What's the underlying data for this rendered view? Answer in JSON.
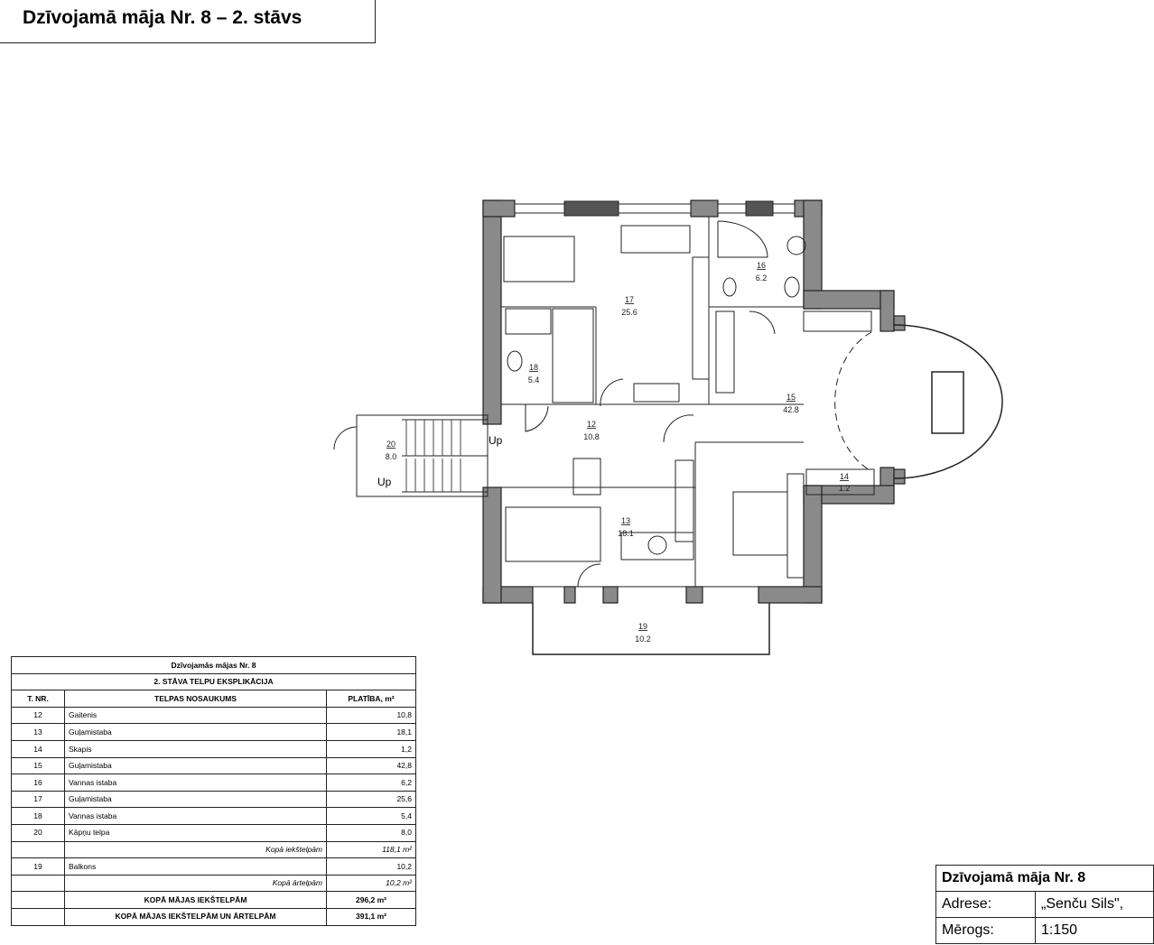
{
  "title": "Dzīvojamā māja Nr. 8 – 2. stāvs",
  "plan": {
    "rooms": [
      {
        "no": "17",
        "area": "25.6"
      },
      {
        "no": "16",
        "area": "6.2"
      },
      {
        "no": "18",
        "area": "5.4"
      },
      {
        "no": "12",
        "area": "10.8"
      },
      {
        "no": "20",
        "area": "8.0"
      },
      {
        "no": "15",
        "area": "42.8"
      },
      {
        "no": "14",
        "area": "1.2"
      },
      {
        "no": "13",
        "area": "18.1"
      },
      {
        "no": "19",
        "area": "10.2"
      }
    ],
    "stair_up_1": "Up",
    "stair_up_2": "Up"
  },
  "table": {
    "title": "Dzīvojamās mājas Nr. 8",
    "subtitle": "2. STĀVA TELPU EKSPLIKĀCIJA",
    "headers": [
      "T. NR.",
      "TELPAS NOSAUKUMS",
      "PLATĪBA, m²"
    ],
    "rows": [
      {
        "no": "12",
        "name": "Gaitenis",
        "area": "10,8"
      },
      {
        "no": "13",
        "name": "Guļamistaba",
        "area": "18,1"
      },
      {
        "no": "14",
        "name": "Skapis",
        "area": "1,2"
      },
      {
        "no": "15",
        "name": "Guļamistaba",
        "area": "42,8"
      },
      {
        "no": "16",
        "name": "Vannas istaba",
        "area": "6,2"
      },
      {
        "no": "17",
        "name": "Guļamistaba",
        "area": "25,6"
      },
      {
        "no": "18",
        "name": "Vannas istaba",
        "area": "5,4"
      },
      {
        "no": "20",
        "name": "Kāpņu telpa",
        "area": "8,0"
      }
    ],
    "subtotal_inner_label": "Kopā iekštelpām",
    "subtotal_inner": "118,1 m²",
    "balcony": {
      "no": "19",
      "name": "Balkons",
      "area": "10,2"
    },
    "subtotal_outer_label": "Kopā ārtelpām",
    "subtotal_outer": "10,2 m²",
    "total_inner_label": "KOPĀ MĀJAS IEKŠTELPĀM",
    "total_inner": "296,2 m²",
    "total_all_label": "KOPĀ MĀJAS IEKŠTELPĀM UN ĀRTELPĀM",
    "total_all": "391,1 m²"
  },
  "stamp": {
    "title": "Dzīvojamā māja Nr. 8",
    "address_label": "Adrese:",
    "address": "„Senču Sils\",",
    "scale_label": "Mērogs:",
    "scale": "1:150"
  },
  "colors": {
    "wall": "#8a8a8a",
    "line": "#222222"
  }
}
